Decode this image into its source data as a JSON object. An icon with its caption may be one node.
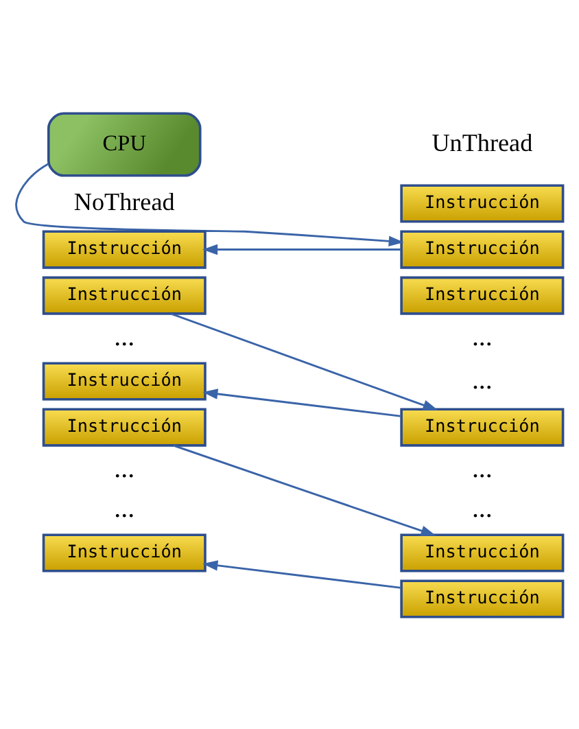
{
  "diagram": {
    "nodes": [
      {
        "text": [
          "CPU"
        ]
      },
      {
        "text": [
          "Instrucción"
        ]
      },
      {
        "text": [
          "Instrucción"
        ]
      },
      {
        "text": [
          "Instrucción"
        ]
      },
      {
        "text": [
          "Instrucción"
        ]
      },
      {
        "text": [
          "Instrucción"
        ]
      },
      {
        "text": [
          "Instrucción"
        ]
      },
      {
        "text": [
          "Instrucción"
        ]
      },
      {
        "text": [
          "Instrucción"
        ]
      },
      {
        "text": [
          "Instrucción"
        ]
      },
      {
        "text": [
          "Instrucción"
        ]
      },
      {
        "text": [
          "Instrucción"
        ]
      }
    ],
    "edges": [
      {
        "from": 0,
        "to": 2,
        "arrow": "to"
      },
      {
        "from": 2,
        "to": 7,
        "arrow": "to"
      },
      {
        "from": 8,
        "to": 4,
        "arrow": "to"
      },
      {
        "from": 4,
        "to": 9,
        "arrow": "to"
      },
      {
        "from": 10,
        "to": 5,
        "arrow": "to"
      },
      {
        "from": 6,
        "to": 11,
        "arrow": "to"
      }
    ],
    "labels": [
      "UnThread",
      "NoThread",
      "...",
      "...",
      "...",
      "...",
      "...",
      "...",
      "..."
    ]
  }
}
